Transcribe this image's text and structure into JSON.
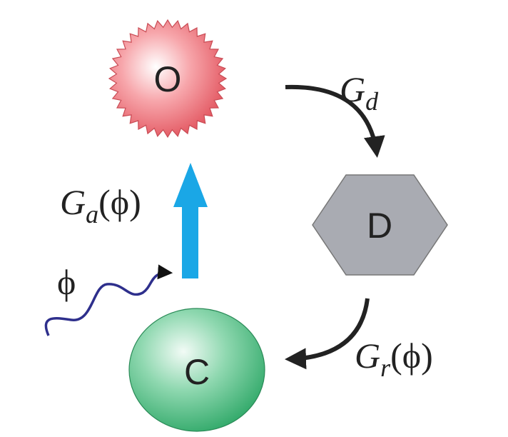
{
  "nodes": {
    "O": {
      "label": "O",
      "color": "#ef6f78"
    },
    "D": {
      "label": "D",
      "color": "#a9abb2"
    },
    "C": {
      "label": "C",
      "color": "#3fba7c"
    }
  },
  "edges": {
    "gd": {
      "symbol": "G",
      "subscript": "d",
      "arg": ""
    },
    "ga": {
      "symbol": "G",
      "subscript": "a",
      "arg": "(ϕ)",
      "color": "#1aa7e6"
    },
    "gr": {
      "symbol": "G",
      "subscript": "r",
      "arg": "(ϕ)"
    }
  },
  "phi": {
    "label": "ϕ",
    "wave_color": "#2e2f8c"
  }
}
